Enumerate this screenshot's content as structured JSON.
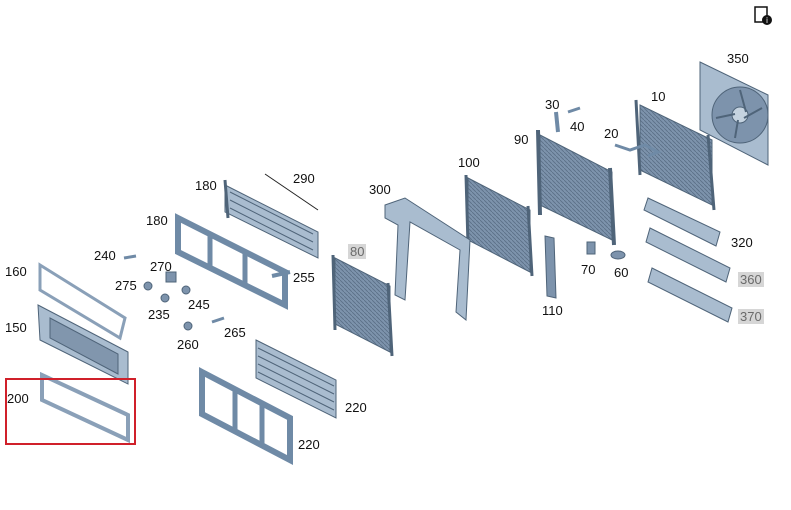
{
  "labels": {
    "p10": "10",
    "p20": "20",
    "p30": "30",
    "p40": "40",
    "p60": "60",
    "p70": "70",
    "p80": "80",
    "p90": "90",
    "p100": "100",
    "p110": "110",
    "p150": "150",
    "p160": "160",
    "p180a": "180",
    "p180b": "180",
    "p200": "200",
    "p220a": "220",
    "p220b": "220",
    "p235": "235",
    "p240": "240",
    "p245": "245",
    "p255": "255",
    "p260": "260",
    "p265": "265",
    "p270": "270",
    "p275": "275",
    "p290": "290",
    "p300": "300",
    "p320": "320",
    "p350": "350",
    "p360": "360",
    "p370": "370"
  },
  "colors": {
    "part_fill": "#7d93ac",
    "part_light": "#a9bccf",
    "part_dark": "#4f6479",
    "highlight": "#d6d6d6",
    "selection": "#d0202a"
  },
  "selected_part": "200",
  "toolbar": {
    "icon": "document-info-icon"
  }
}
